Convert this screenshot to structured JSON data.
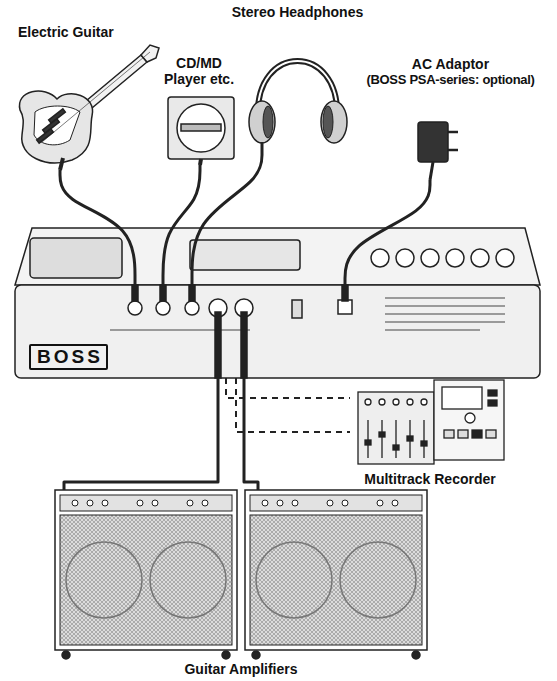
{
  "diagram": {
    "nodes": [
      {
        "text": [
          "Electric Guitar"
        ]
      },
      {
        "text": [
          "CD/MD Player etc."
        ]
      },
      {
        "text": [
          "Stereo Headphones"
        ]
      },
      {
        "text": [
          "AC Adaptor",
          "(BOSS PSA-series: optional)"
        ]
      },
      {
        "text": [
          "BOSS"
        ]
      },
      {
        "text": [
          "Multitrack Recorder"
        ]
      },
      {
        "text": [
          "Guitar Amplifiers"
        ]
      }
    ],
    "edges": [
      {
        "from": 0,
        "to": 4,
        "arrow": "none"
      },
      {
        "from": 1,
        "to": 4,
        "arrow": "none"
      },
      {
        "from": 2,
        "to": 4,
        "arrow": "none"
      },
      {
        "from": 3,
        "to": 4,
        "arrow": "none"
      },
      {
        "from": 4,
        "to": 6,
        "arrow": "none"
      },
      {
        "from": 4,
        "to": 6,
        "arrow": "none"
      },
      {
        "from": 4,
        "to": 5,
        "arrow": "none"
      },
      {
        "from": 4,
        "to": 5,
        "arrow": "none"
      }
    ]
  }
}
